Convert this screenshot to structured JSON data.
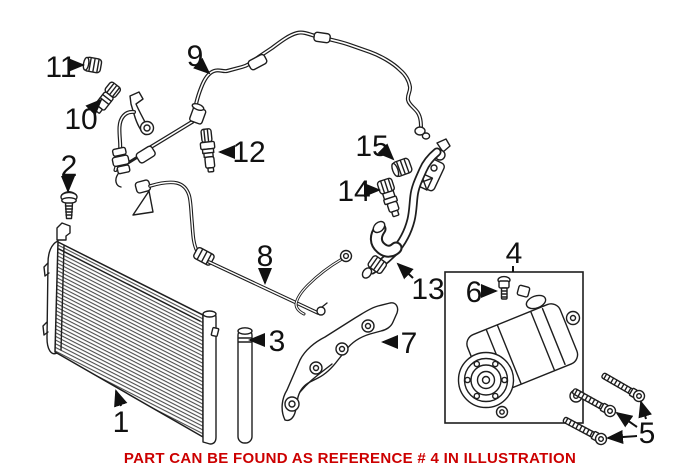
{
  "caption": "PART CAN BE FOUND AS REFERENCE # 4 IN ILLUSTRATION",
  "caption_color": "#cc0000",
  "background_color": "#ffffff",
  "line_color": "#1e1e1e",
  "boxed_part_ref": "4",
  "part_labels": [
    "1",
    "2",
    "3",
    "4",
    "5",
    "6",
    "7",
    "8",
    "9",
    "10",
    "11",
    "12",
    "13",
    "14",
    "15"
  ]
}
